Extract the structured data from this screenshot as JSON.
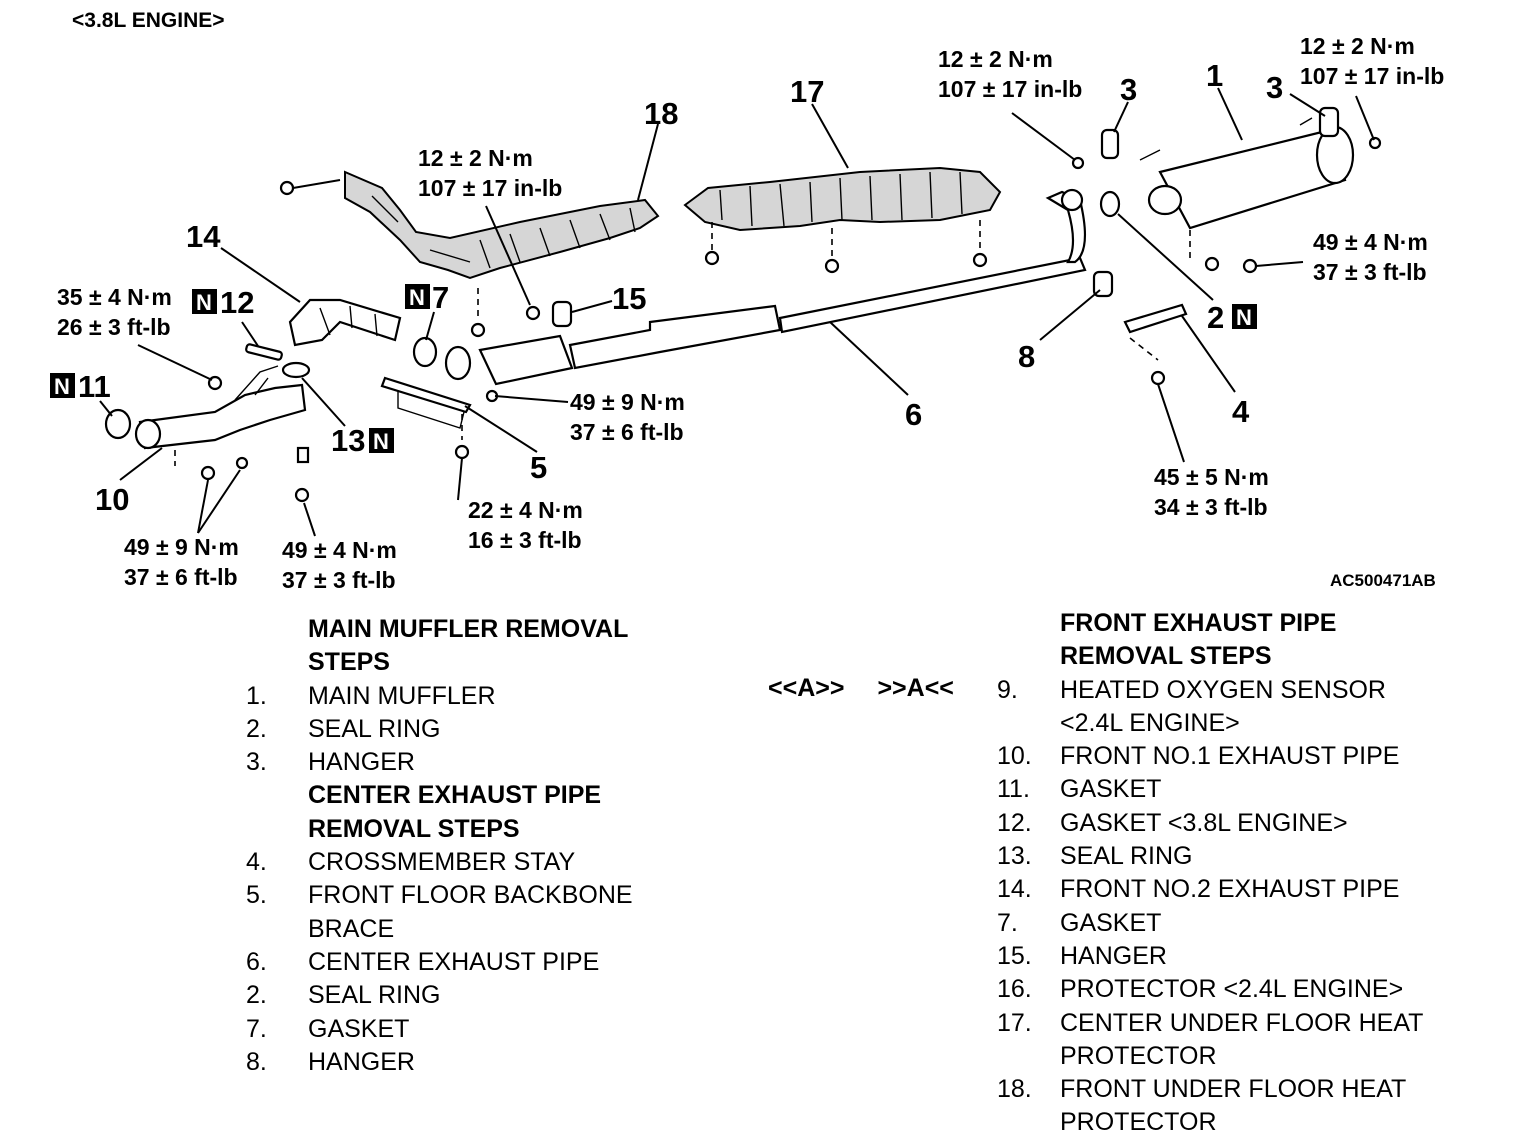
{
  "diagram": {
    "engine_label": "<3.8L ENGINE>",
    "figure_id": "AC500471AB",
    "callouts": {
      "c1": "1",
      "c2": "2",
      "c3a": "3",
      "c3b": "3",
      "c4": "4",
      "c5": "5",
      "c6": "6",
      "c7": "7",
      "c8": "8",
      "c10": "10",
      "c11": "11",
      "c12": "12",
      "c13": "13",
      "c14": "14",
      "c15": "15",
      "c17": "17",
      "c18": "18"
    },
    "n_mark": "N",
    "torques": {
      "t_top_mid_nm": "12 ± 2 N·m",
      "t_top_mid_in": "107 ± 17 in-lb",
      "t_top_right_nm": "12 ± 2 N·m",
      "t_top_right_in": "107 ± 17 in-lb",
      "t_center_nm": "12 ± 2 N·m",
      "t_center_in": "107 ± 17 in-lb",
      "t_muffler_nm": "49 ± 4 N·m",
      "t_muffler_ft": "37 ± 3 ft-lb",
      "t_left_nm": "35 ± 4 N·m",
      "t_left_ft": "26 ± 3 ft-lb",
      "t_cat_nm": "49 ± 9 N·m",
      "t_cat_ft": "37 ± 6 ft-lb",
      "t_stay_nm": "45 ± 5 N·m",
      "t_stay_ft": "34 ± 3 ft-lb",
      "t_brace_nm": "22 ± 4 N·m",
      "t_brace_ft": "16 ± 3 ft-lb",
      "t_front_a_nm": "49 ± 9 N·m",
      "t_front_a_ft": "37 ± 6 ft-lb",
      "t_front_b_nm": "49 ± 4 N·m",
      "t_front_b_ft": "37 ± 3 ft-lb"
    }
  },
  "left_column": [
    {
      "num": "",
      "text": "MAIN MUFFLER REMOVAL",
      "heading": true
    },
    {
      "num": "",
      "text": "STEPS",
      "heading": true
    },
    {
      "num": "1.",
      "text": "MAIN MUFFLER"
    },
    {
      "num": "2.",
      "text": "SEAL RING"
    },
    {
      "num": "3.",
      "text": "HANGER"
    },
    {
      "num": "",
      "text": "CENTER EXHAUST PIPE",
      "heading": true
    },
    {
      "num": "",
      "text": "REMOVAL STEPS",
      "heading": true
    },
    {
      "num": "4.",
      "text": "CROSSMEMBER STAY"
    },
    {
      "num": "5.",
      "text": "FRONT FLOOR BACKBONE"
    },
    {
      "num": "",
      "text": "BRACE"
    },
    {
      "num": "6.",
      "text": "CENTER EXHAUST PIPE"
    },
    {
      "num": "2.",
      "text": "SEAL RING"
    },
    {
      "num": "7.",
      "text": "GASKET"
    },
    {
      "num": "8.",
      "text": "HANGER"
    }
  ],
  "step_notes": {
    "removal": "<<A>>",
    "installation": ">>A<<"
  },
  "right_column": [
    {
      "num": "",
      "text": "FRONT EXHAUST PIPE",
      "heading": true
    },
    {
      "num": "",
      "text": "REMOVAL STEPS",
      "heading": true
    },
    {
      "num": "9.",
      "text": "HEATED OXYGEN SENSOR"
    },
    {
      "num": "",
      "text": "<2.4L ENGINE>"
    },
    {
      "num": "10.",
      "text": "FRONT NO.1 EXHAUST PIPE"
    },
    {
      "num": "11.",
      "text": "GASKET"
    },
    {
      "num": "12.",
      "text": "GASKET <3.8L ENGINE>"
    },
    {
      "num": "13.",
      "text": "SEAL RING"
    },
    {
      "num": "14.",
      "text": "FRONT NO.2 EXHAUST PIPE"
    },
    {
      "num": "7.",
      "text": "GASKET"
    },
    {
      "num": "15.",
      "text": "HANGER"
    },
    {
      "num": "16.",
      "text": "PROTECTOR <2.4L ENGINE>"
    },
    {
      "num": "17.",
      "text": "CENTER UNDER FLOOR HEAT"
    },
    {
      "num": "",
      "text": "PROTECTOR"
    },
    {
      "num": "18.",
      "text": "FRONT UNDER FLOOR HEAT"
    },
    {
      "num": "",
      "text": "PROTECTOR"
    }
  ]
}
